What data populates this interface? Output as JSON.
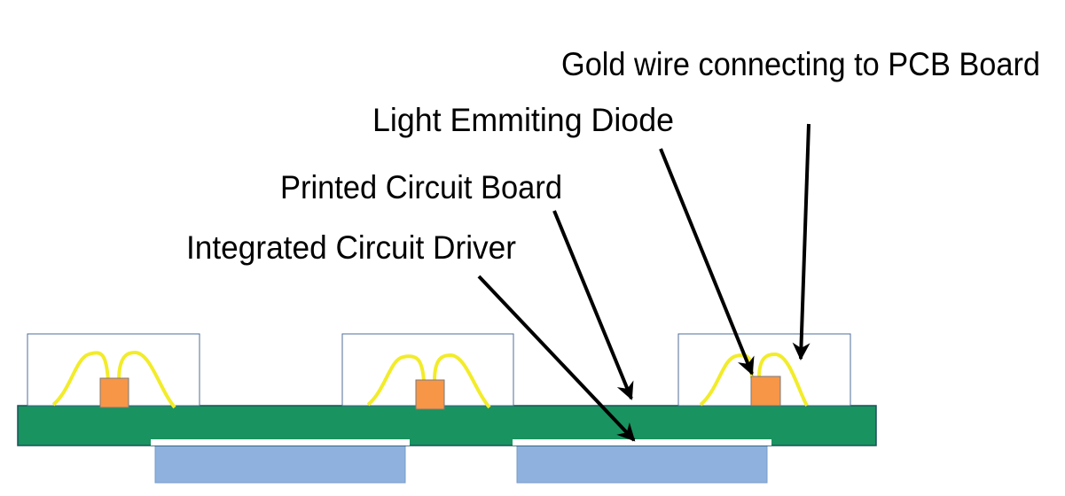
{
  "labels": {
    "gold_wire": "Gold wire connecting to PCB Board",
    "led": "Light Emmiting Diode",
    "pcb": "Printed Circuit Board",
    "ic_driver": "Integrated Circuit Driver"
  },
  "colors": {
    "pcb": "#19935f",
    "ic_driver": "#8eb1de",
    "led": "#f79646",
    "gold_wire": "#f2ec2a",
    "arrow": "#000000"
  }
}
